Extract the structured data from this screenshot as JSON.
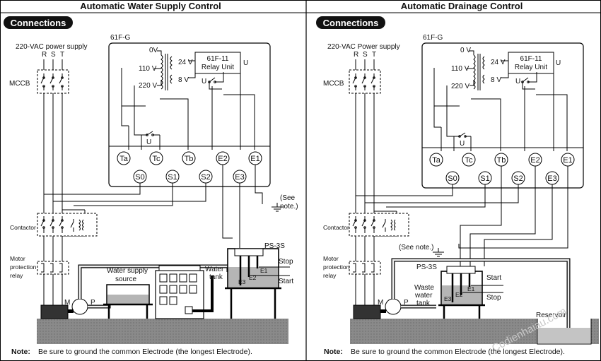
{
  "panels": [
    {
      "title": "Automatic Water Supply Control",
      "connections": "Connections",
      "power": "220-VAC power supply",
      "phases": [
        "R",
        "S",
        "T"
      ],
      "mccb": "MCCB",
      "controller": "61F-G",
      "v0": "0V",
      "v110": "110 V",
      "v220": "220 V",
      "v24": "24 V",
      "v8": "8 V",
      "relay_l1": "61F-11",
      "relay_l2": "Relay Unit",
      "u_main": "U",
      "u_sw": "U",
      "u_low": "U",
      "terms_top": [
        "Ta",
        "Tc",
        "Tb",
        "E2",
        "E1"
      ],
      "terms_bot": [
        "S0",
        "S1",
        "S2",
        "E3"
      ],
      "see1": "(See",
      "see2": "note.)",
      "contactor": "Contactor",
      "relay_m1": "Motor",
      "relay_m2": "protection",
      "relay_m3": "relay",
      "motor": "M",
      "pump": "P",
      "src1": "Water supply",
      "src2": "source",
      "ps": "PS-3S",
      "tank1": "Water",
      "tank2": "tank",
      "e1": "E1",
      "e2": "E2",
      "e3": "E3",
      "stop": "Stop",
      "start": "Start",
      "note_label": "Note:",
      "note_text": "Be sure to ground the common Electrode (the longest Electrode)."
    },
    {
      "title": "Automatic Drainage Control",
      "connections": "Connections",
      "power": "220-VAC Power supply",
      "phases": [
        "R",
        "S",
        "T"
      ],
      "mccb": "MCCB",
      "controller": "61F-G",
      "v0": "0 V",
      "v110": "110 V",
      "v220": "220 V",
      "v24": "24 V",
      "v8": "8 V",
      "relay_l1": "61F-11",
      "relay_l2": "Relay Unit",
      "u_main": "U",
      "u_sw": "U",
      "u_low": "U",
      "terms_top": [
        "Ta",
        "Tc",
        "Tb",
        "E2",
        "E1"
      ],
      "terms_bot": [
        "S0",
        "S1",
        "S2",
        "E3"
      ],
      "see_note": "(See note.)",
      "contactor": "Contactor",
      "relay_m1": "Motor",
      "relay_m2": "protection",
      "relay_m3": "relay",
      "motor": "M",
      "pump": "P",
      "ps": "PS-3S",
      "tank1": "Waste",
      "tank2": "water",
      "tank3": "tank",
      "e1": "E1",
      "e2": "E2",
      "e3": "E3",
      "stop": "Stop",
      "start": "Start",
      "reservoir": "Reservoir",
      "watermark": "Codienhaiau.com",
      "note_label": "Note:",
      "note_text": "Be sure to ground the common Electrode (the longest Electrode)."
    }
  ]
}
